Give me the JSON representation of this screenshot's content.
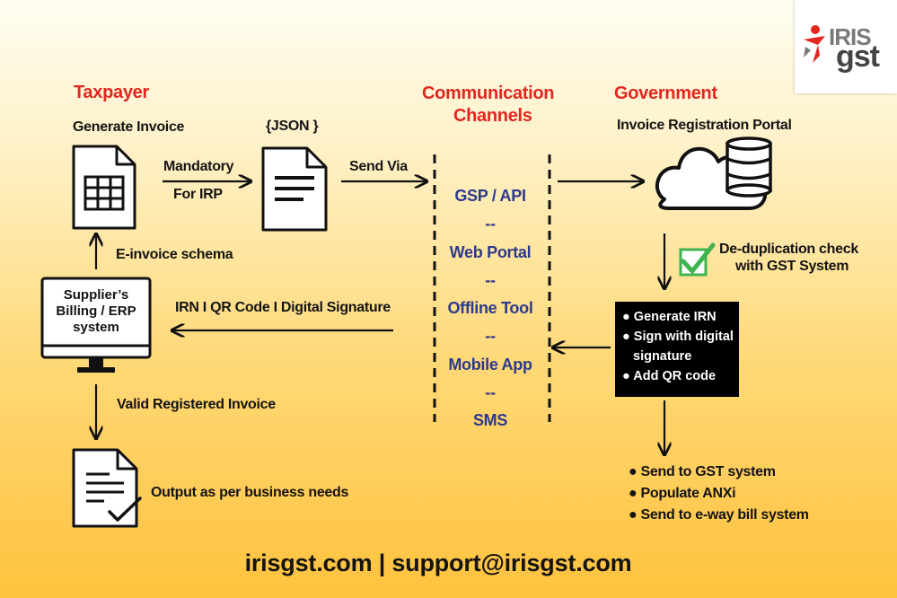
{
  "logo": {
    "brand_top": "IRIS",
    "brand_bottom": "gst"
  },
  "headers": {
    "taxpayer": "Taxpayer",
    "channels_line1": "Communication",
    "channels_line2": "Channels",
    "government": "Government"
  },
  "taxpayer": {
    "generate_invoice": "Generate Invoice",
    "mandatory": "Mandatory",
    "for_irp": "For IRP",
    "json": "{JSON }",
    "send_via": "Send Via",
    "e_invoice_schema": "E-invoice schema",
    "erp_line1": "Supplier’s",
    "erp_line2": "Billing  / ERP",
    "erp_line3": "system",
    "irn_return": "IRN I QR Code I Digital Signature",
    "valid_invoice": "Valid Registered Invoice",
    "output": "Output as per business needs"
  },
  "channels": {
    "items": [
      "GSP / API",
      "Web Portal",
      "Offline Tool",
      "Mobile App",
      "SMS"
    ],
    "separator": "--"
  },
  "government": {
    "portal": "Invoice Registration Portal",
    "dedup_line1": "De-duplication check",
    "dedup_line2": "with GST System",
    "box_items": [
      "● Generate IRN",
      "● Sign with digital",
      "signature",
      "● Add QR code"
    ],
    "outputs": [
      "● Send to GST system",
      "● Populate ANXi",
      "● Send to e-way bill system"
    ]
  },
  "footer": {
    "text": "irisgst.com | support@irisgst.com"
  },
  "colors": {
    "header_red": "#e3261f",
    "channel_blue": "#2b3a8c",
    "check_green": "#3fb34f",
    "logo_red": "#e3261f",
    "logo_gray": "#7a7a7a"
  }
}
